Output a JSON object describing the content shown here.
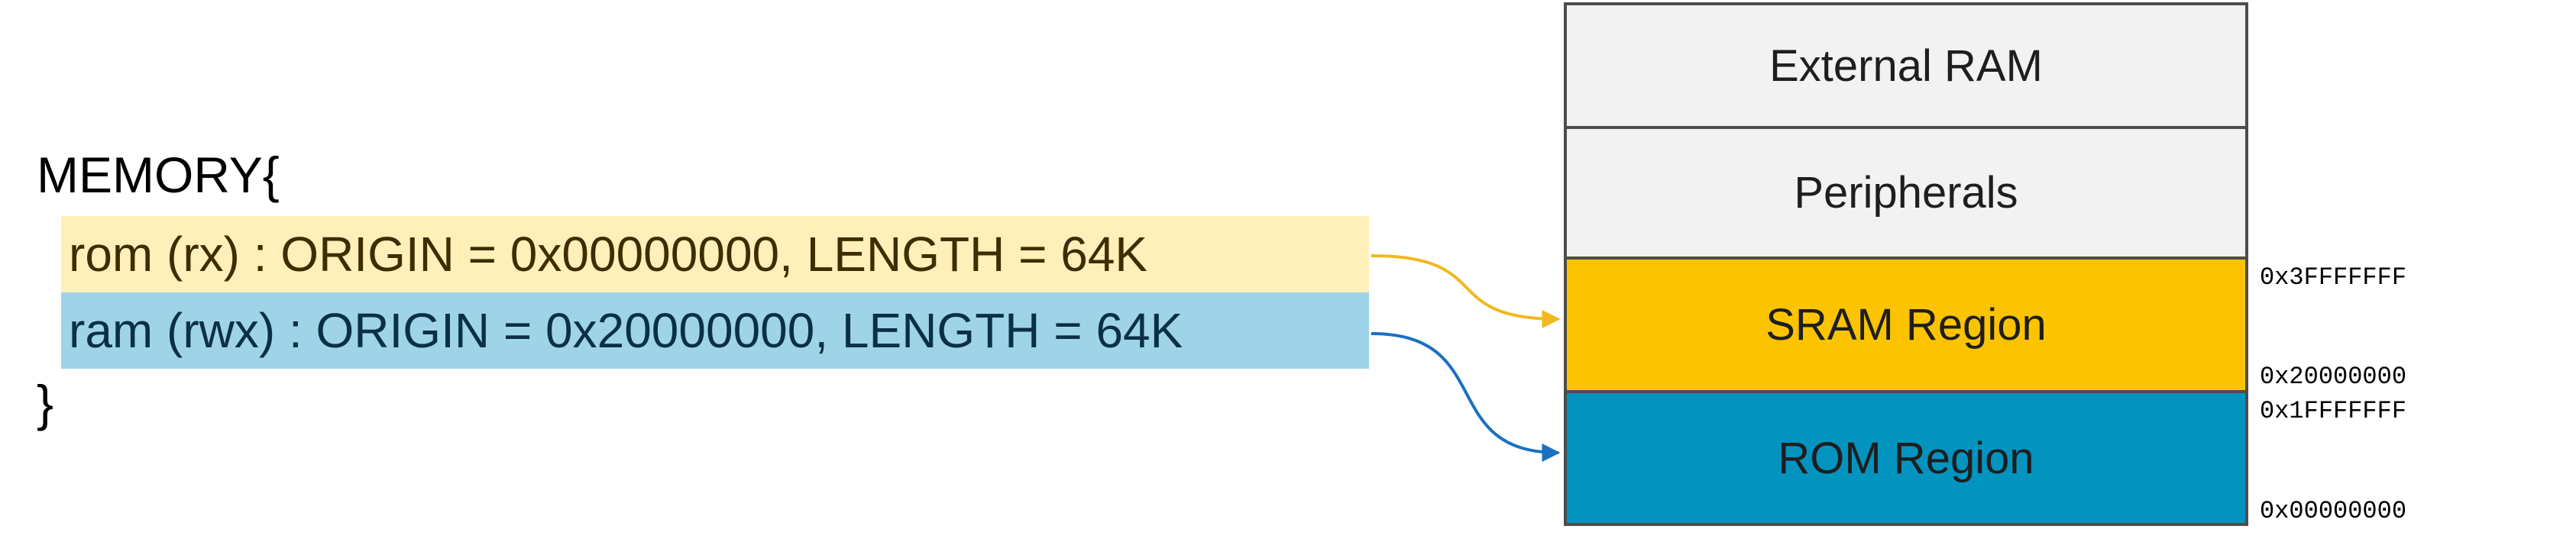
{
  "code": {
    "open": "MEMORY{",
    "rom_line": "rom (rx) : ORIGIN = 0x00000000, LENGTH = 64K",
    "ram_line": "ram (rwx) : ORIGIN = 0x20000000, LENGTH = 64K",
    "close": "}"
  },
  "memory_map": {
    "regions": [
      "External RAM",
      "Peripherals",
      "SRAM Region",
      "ROM Region"
    ],
    "addresses": [
      "0x3FFFFFFF",
      "0x20000000",
      "0x1FFFFFFF",
      "0x00000000"
    ]
  },
  "colors": {
    "rom_highlight": "#fef0b8",
    "ram_highlight": "#9fd3e8",
    "sram_region": "#fcc400",
    "rom_region": "#0393bf",
    "rom_arrow": "#f2b81c",
    "ram_arrow": "#1a70c0"
  }
}
